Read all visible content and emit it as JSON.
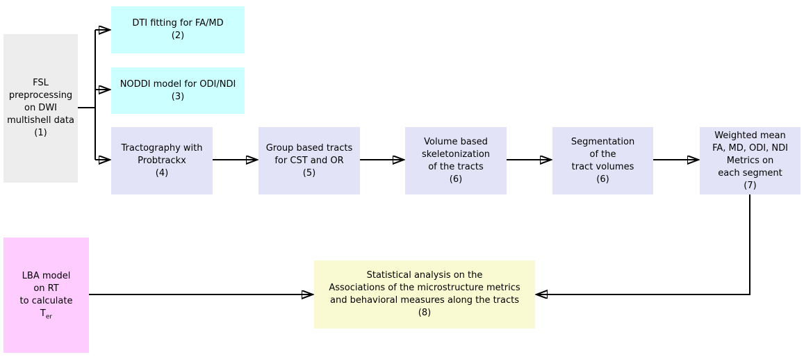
{
  "diagram": {
    "title": "DWI multishell processing pipeline flowchart",
    "nodes": {
      "fsl": {
        "label": "FSL\npreprocessing\non DWI\nmultishell data\n(1)",
        "step": "1"
      },
      "dti": {
        "label": "DTI fitting for FA/MD\n(2)",
        "step": "2"
      },
      "noddi": {
        "label": "NODDI model for ODI/NDI\n(3)",
        "step": "3"
      },
      "tractography": {
        "label": "Tractography with\nProbtrackx\n(4)",
        "step": "4"
      },
      "group_tracts": {
        "label": "Group based tracts\nfor CST and OR\n(5)",
        "step": "5"
      },
      "skeletonization": {
        "label": "Volume based\nskeletonization\nof the tracts\n(6)",
        "step": "6"
      },
      "segmentation": {
        "label": "Segmentation\nof the\ntract volumes\n(6)",
        "step": "6"
      },
      "weighted_mean": {
        "label": "Weighted mean\nFA, MD, ODI, NDI\nMetrics on\neach segment\n(7)",
        "step": "7"
      },
      "lba": {
        "lines": "LBA model\non RT\nto calculate",
        "symbol_base": "T",
        "symbol_sub": "er"
      },
      "stats": {
        "label": "Statistical analysis on the\nAssociations of the microstructure metrics\nand behavioral measures along the tracts\n(8)",
        "step": "8"
      }
    },
    "colors": {
      "background": "#ffffff",
      "gray": "#ededed",
      "cyan": "#ccffff",
      "lavender": "#e3e3f7",
      "pink": "#ffccff",
      "yellow": "#fafad2",
      "arrow": "#000000",
      "text": "#000000"
    }
  }
}
